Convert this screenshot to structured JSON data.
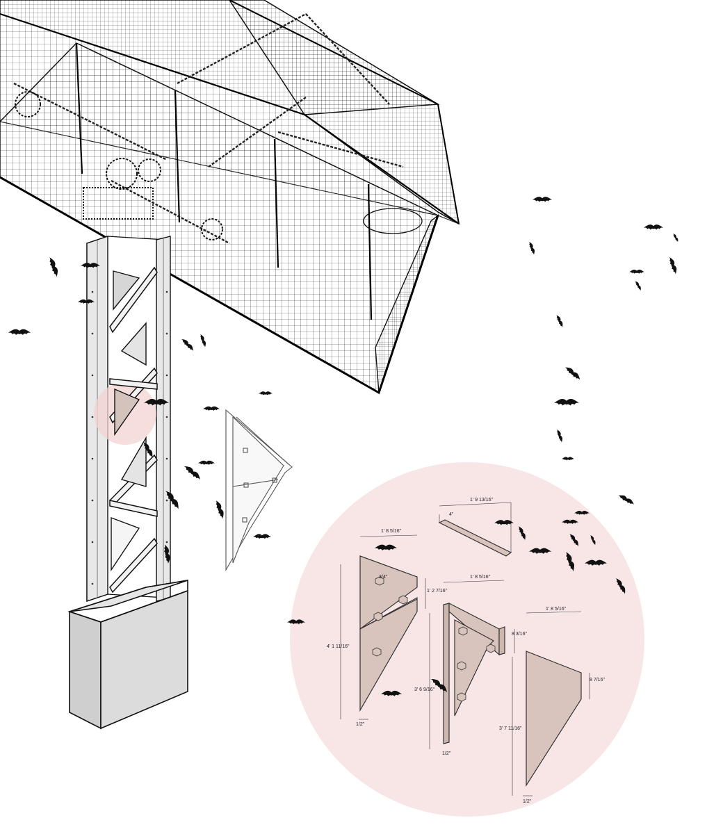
{
  "colors": {
    "background": "#ffffff",
    "line": "#111111",
    "mesh": "#2a2a2a",
    "detail_circle": "#f8e6e7",
    "panel_fill": "#d9c4bd",
    "concrete": "#dcdcdc",
    "bat": "#111111",
    "highlight": "#f3d3d1"
  },
  "dimensions": {
    "top_strip_width": "1' 9 13/16\"",
    "top_strip_depth": "4\"",
    "left_panel_width": "1' 8 5/16\"",
    "left_panel_height": "4' 1 11/16\"",
    "left_panel_upper": "1' 2 7/16\"",
    "left_panel_bolt": "3/4\"",
    "left_panel_base": "1/2\"",
    "mid_panel_width": "1' 8 5/16\"",
    "mid_panel_flange": "8 3/16\"",
    "mid_panel_height": "3' 6 9/16\"",
    "mid_panel_base": "1/2\"",
    "right_panel_width": "1' 8 5/16\"",
    "right_panel_side": "8 7/16\"",
    "right_panel_height": "3' 7 11/16\"",
    "right_panel_base": "1/2\""
  }
}
